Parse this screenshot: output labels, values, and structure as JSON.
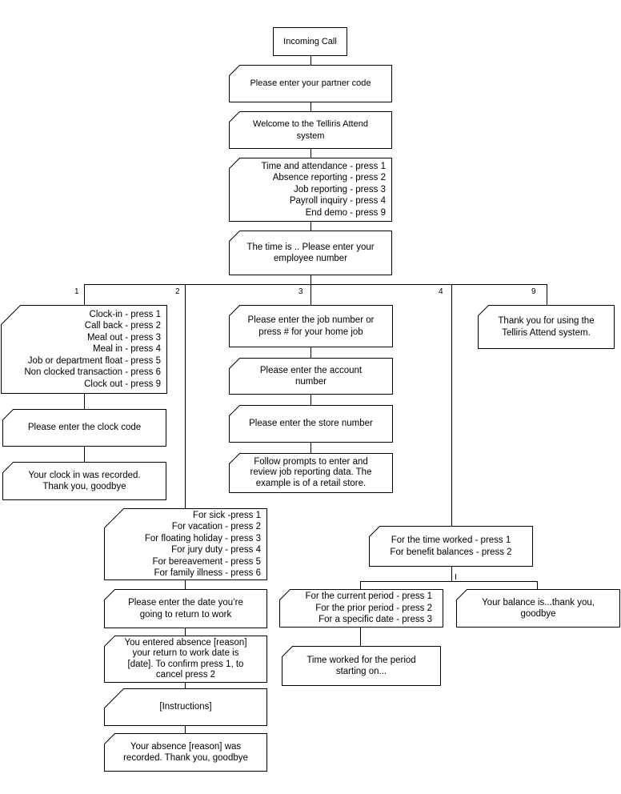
{
  "diagram": {
    "incoming_call": [
      "Incoming Call"
    ],
    "partner_code": [
      "Please enter your partner code"
    ],
    "welcome": [
      "Welcome to the Telliris Attend",
      "system"
    ],
    "main_menu": [
      "Time and attendance - press 1",
      "Absence reporting - press 2",
      "Job reporting - press 3",
      "Payroll inquiry - press 4",
      "End demo - press 9"
    ],
    "employee_number": [
      "The time is ..  Please enter your",
      "employee number"
    ],
    "branch_labels": [
      "1",
      "2",
      "3",
      "4",
      "9"
    ],
    "clock_menu": [
      "Clock-in - press 1",
      "Call back - press 2",
      "Meal out - press 3",
      "Meal in - press 4",
      "Job or department float - press 5",
      "Non clocked transaction - press 6",
      "Clock out - press 9"
    ],
    "clock_code": [
      "Please enter the clock code"
    ],
    "clock_recorded": [
      "Your clock in was recorded.",
      "Thank you, goodbye"
    ],
    "absence_menu": [
      "For sick  -press 1",
      "For vacation - press 2",
      "For floating holiday - press 3",
      "For jury duty - press 4",
      "For bereavement - press 5",
      "For family illness - press 6"
    ],
    "return_date": [
      "Please enter the date you’re",
      "going to return to work"
    ],
    "confirm_absence": [
      "You entered absence [reason]",
      "your return to work date is",
      "[date].  To confirm press 1, to",
      "cancel press 2"
    ],
    "instructions": [
      "[Instructions]"
    ],
    "absence_recorded": [
      "Your absence [reason] was",
      "recorded.  Thank you, goodbye"
    ],
    "job_number": [
      "Please enter the job number or",
      "press # for your home job"
    ],
    "account_number": [
      "Please enter the account",
      "number"
    ],
    "store_number": [
      "Please enter the store number"
    ],
    "job_prompts": [
      "Follow prompts to enter and",
      "review  job reporting data.  The",
      "example is of a retail store."
    ],
    "payroll_menu": [
      "For the time worked - press 1",
      "For benefit balances - press 2"
    ],
    "period_menu": [
      "For the current period - press 1",
      "For the prior period - press 2",
      "For a specific date - press 3"
    ],
    "balance": [
      "Your balance is...thank you,",
      "goodbye"
    ],
    "time_worked": [
      "Time worked for the period",
      "starting on..."
    ],
    "thank_you": [
      "Thank you for using the",
      "Telliris Attend system."
    ]
  }
}
